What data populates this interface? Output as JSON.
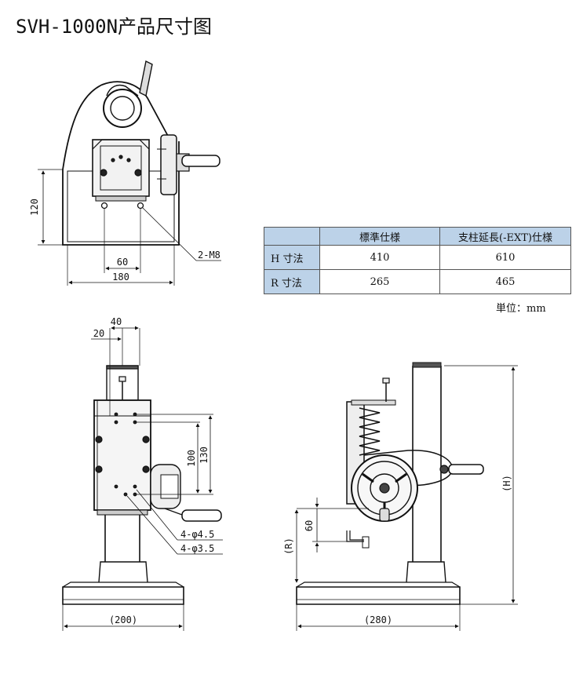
{
  "title": "SVH-1000N产品尺寸图",
  "table": {
    "headers": [
      "",
      "標準仕様",
      "支柱延長(-EXT)仕様"
    ],
    "rows": [
      {
        "label": "H 寸法",
        "standard": "410",
        "ext": "610"
      },
      {
        "label": "R 寸法",
        "standard": "265",
        "ext": "465"
      }
    ],
    "unit": "単位：mm"
  },
  "top_view": {
    "dim_height": "120",
    "dim_hole_spacing": "60",
    "dim_width": "180",
    "thread_callout": "2-M8"
  },
  "front_view": {
    "dim_20": "20",
    "dim_40": "40",
    "dim_100": "100",
    "dim_130": "130",
    "hole_callout_1": "4-φ4.5",
    "hole_callout_2": "4-φ3.5",
    "dim_base_width": "(200)"
  },
  "side_view": {
    "dim_60": "60",
    "dim_r": "(R)",
    "dim_h": "(H)",
    "dim_base_depth": "(280)"
  }
}
